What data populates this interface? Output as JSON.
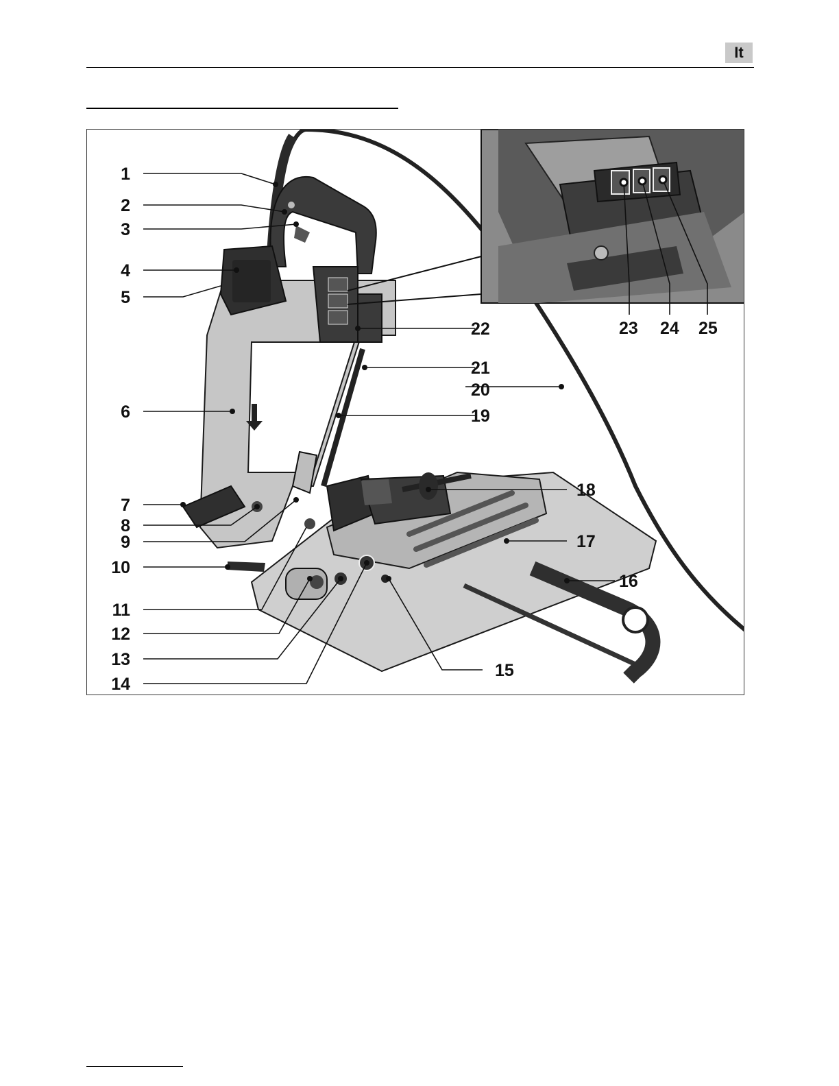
{
  "header": {
    "language_badge": "It"
  },
  "figure": {
    "callouts": [
      {
        "id": "1",
        "text": "1"
      },
      {
        "id": "2",
        "text": "2"
      },
      {
        "id": "3",
        "text": "3"
      },
      {
        "id": "4",
        "text": "4"
      },
      {
        "id": "5",
        "text": "5"
      },
      {
        "id": "6",
        "text": "6"
      },
      {
        "id": "7",
        "text": "7"
      },
      {
        "id": "8",
        "text": "8"
      },
      {
        "id": "9",
        "text": "9"
      },
      {
        "id": "10",
        "text": "10"
      },
      {
        "id": "11",
        "text": "11"
      },
      {
        "id": "12",
        "text": "12"
      },
      {
        "id": "13",
        "text": "13"
      },
      {
        "id": "14",
        "text": "14"
      },
      {
        "id": "15",
        "text": "15"
      },
      {
        "id": "16",
        "text": "16"
      },
      {
        "id": "17",
        "text": "17"
      },
      {
        "id": "18",
        "text": "18"
      },
      {
        "id": "19",
        "text": "19"
      },
      {
        "id": "20",
        "text": "20"
      },
      {
        "id": "21",
        "text": "21"
      },
      {
        "id": "22",
        "text": "22"
      },
      {
        "id": "23",
        "text": "23"
      },
      {
        "id": "24",
        "text": "24"
      },
      {
        "id": "25",
        "text": "25"
      }
    ],
    "colors": {
      "body_dark": "#3a3a3a",
      "body_mid": "#6e6e6e",
      "body_light": "#bdbdbd",
      "outline": "#1a1a1a"
    }
  }
}
